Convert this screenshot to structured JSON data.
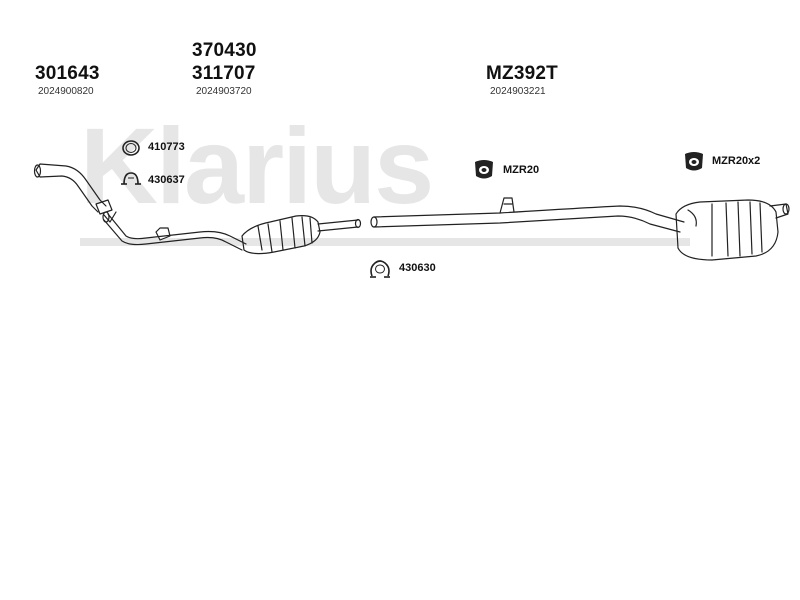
{
  "watermark": {
    "text": "Klarius"
  },
  "parts": {
    "p1": {
      "number": "301643",
      "oe": "2024900820"
    },
    "p2": {
      "number_top": "370430",
      "number": "311707",
      "oe": "2024903720"
    },
    "p3": {
      "number": "MZ392T",
      "oe": "2024903221"
    }
  },
  "hardware": {
    "clamp_a": "410773",
    "bracket_a": "430637",
    "clamp_b": "430630",
    "mount_a": "MZR20",
    "mount_b": "MZR20x2"
  },
  "colors": {
    "line": "#222222",
    "watermark": "#e6e6e6"
  }
}
